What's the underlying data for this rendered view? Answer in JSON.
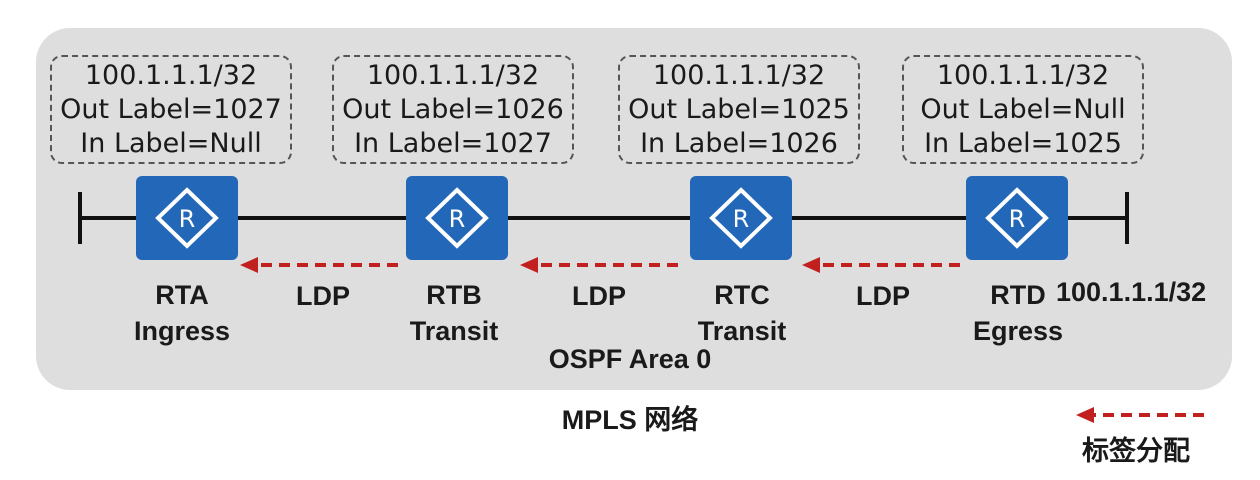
{
  "routers": [
    {
      "name": "RTA",
      "role": "Ingress",
      "prefix": "100.1.1.1/32",
      "out_label": "Out Label=1027",
      "in_label": "In Label=Null"
    },
    {
      "name": "RTB",
      "role": "Transit",
      "prefix": "100.1.1.1/32",
      "out_label": "Out Label=1026",
      "in_label": "In Label=1027"
    },
    {
      "name": "RTC",
      "role": "Transit",
      "prefix": "100.1.1.1/32",
      "out_label": "Out Label=1025",
      "in_label": "In Label=1026"
    },
    {
      "name": "RTD",
      "role": "Egress",
      "prefix": "100.1.1.1/32",
      "out_label": "Out Label=Null",
      "in_label": "In Label=1025"
    }
  ],
  "router_icon_label": "R",
  "ldp_labels": [
    "LDP",
    "LDP",
    "LDP"
  ],
  "destination": "100.1.1.1/32",
  "area_label": "OSPF Area 0",
  "network_label": "MPLS 网络",
  "legend": {
    "arrow_label": "标签分配"
  },
  "colors": {
    "router": "#2267b8",
    "arrow": "#c2201f",
    "area": "#dedede"
  }
}
